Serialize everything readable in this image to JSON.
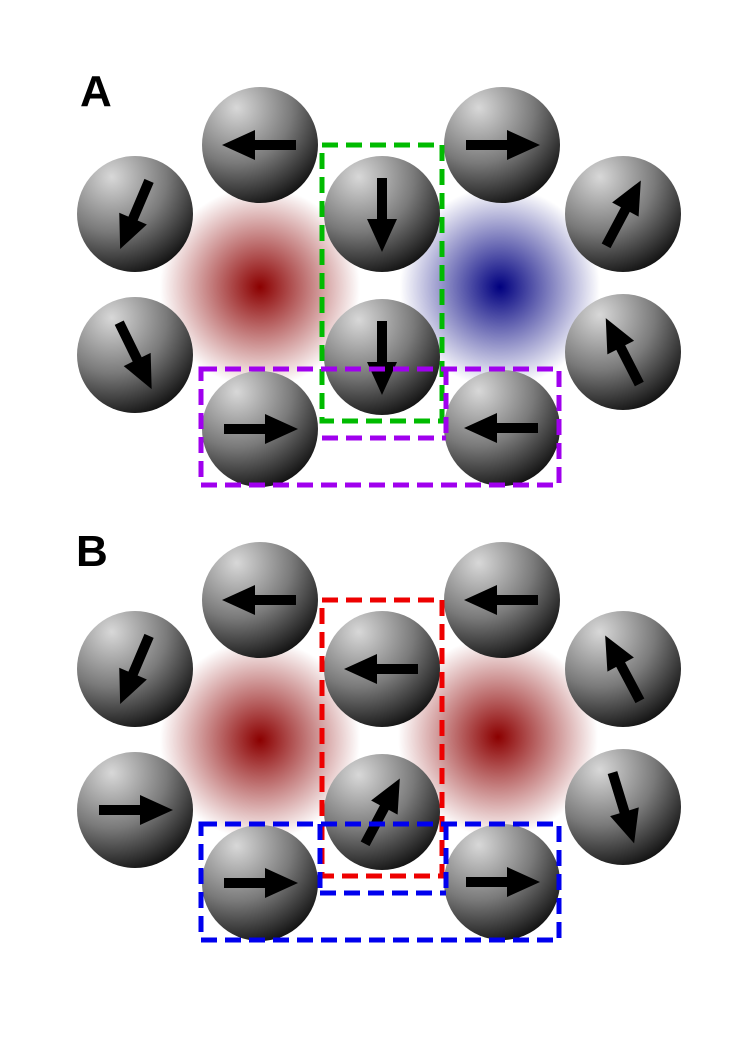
{
  "panels": [
    {
      "label": "A",
      "glows": [
        {
          "color": "#8b0000"
        },
        {
          "color": "#00007f"
        }
      ],
      "spins": [
        {
          "angle": 180
        },
        {
          "angle": 0
        },
        {
          "angle": 247
        },
        {
          "angle": 270
        },
        {
          "angle": 62
        },
        {
          "angle": 270
        },
        {
          "angle": 296
        },
        {
          "angle": 117
        },
        {
          "angle": 0
        },
        {
          "angle": 180
        }
      ],
      "boxes": [
        {
          "color": "#00bb00"
        },
        {
          "color": "#a000ee"
        }
      ]
    },
    {
      "label": "B",
      "glows": [
        {
          "color": "#8b0000"
        },
        {
          "color": "#8b0000"
        }
      ],
      "spins": [
        {
          "angle": 180
        },
        {
          "angle": 180
        },
        {
          "angle": 247
        },
        {
          "angle": 180
        },
        {
          "angle": 118
        },
        {
          "angle": 62
        },
        {
          "angle": 0
        },
        {
          "angle": 287
        },
        {
          "angle": 0
        },
        {
          "angle": 0
        }
      ],
      "boxes": [
        {
          "color": "#ee0000"
        },
        {
          "color": "#0000ee"
        }
      ]
    }
  ]
}
